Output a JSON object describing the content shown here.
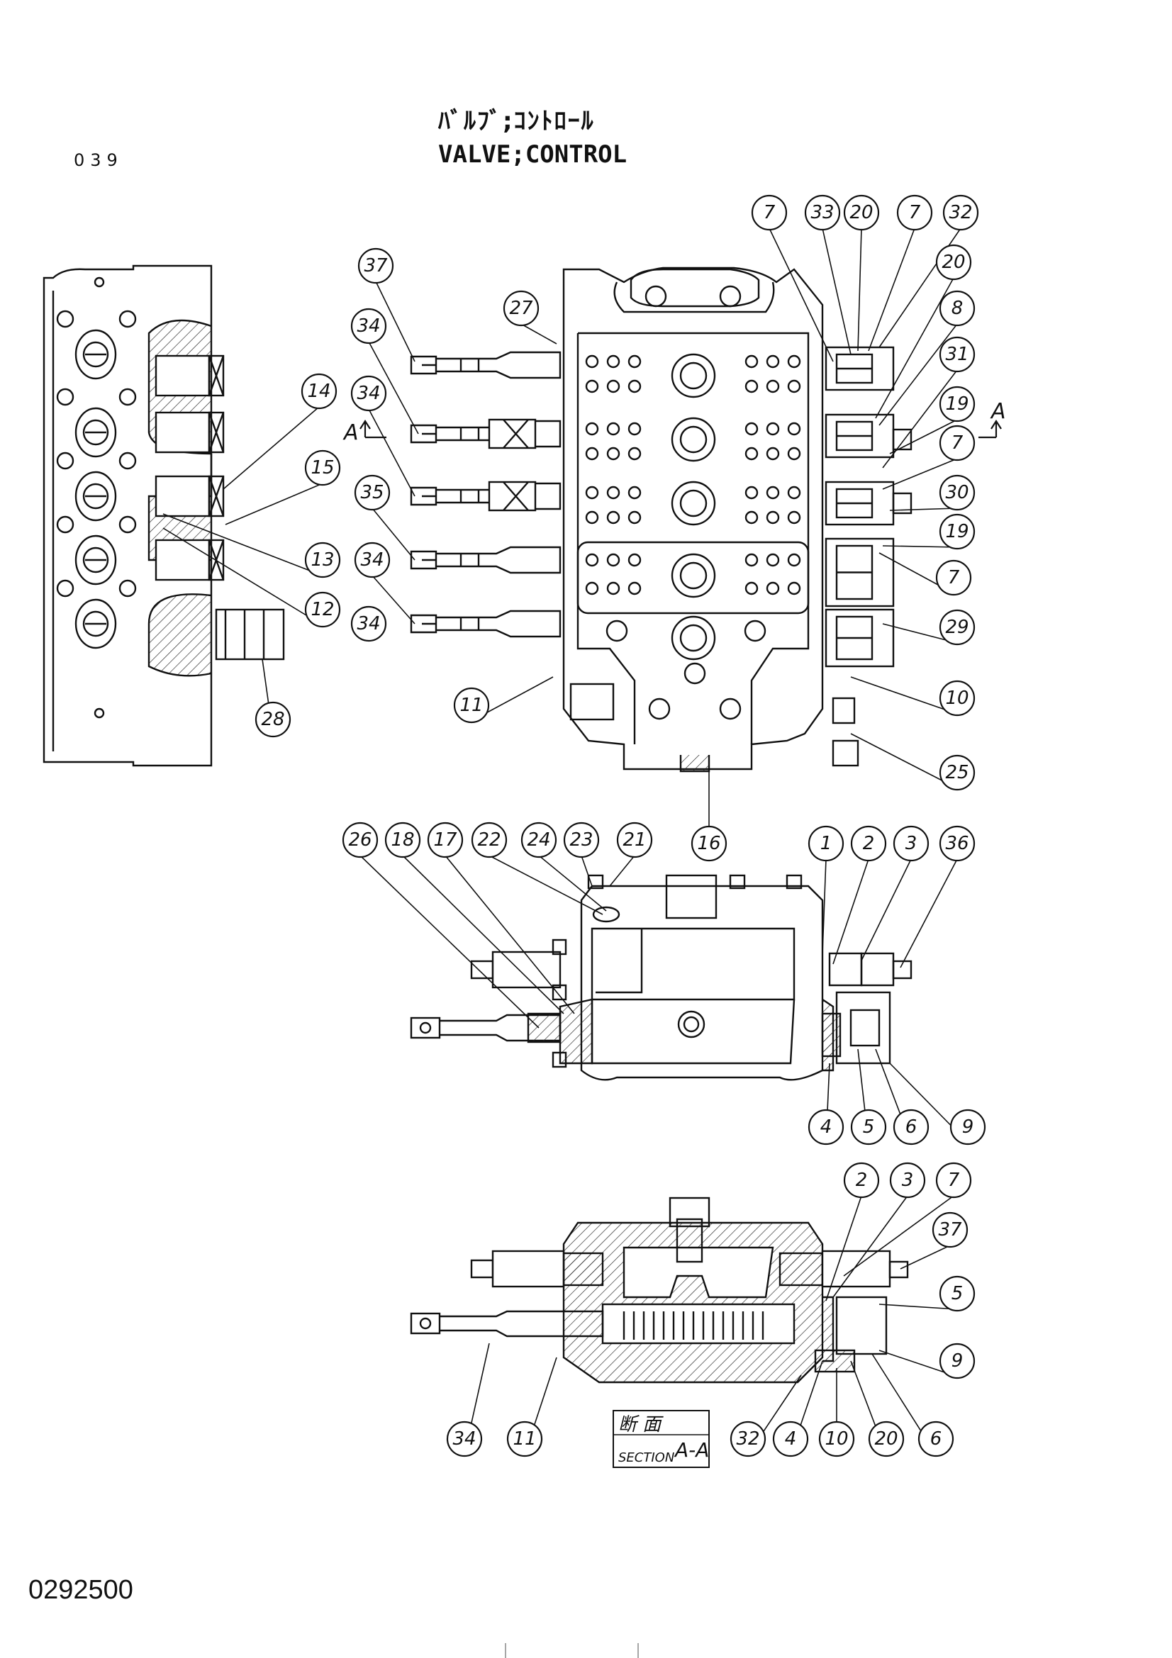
{
  "header": {
    "title_jp": "ﾊﾞﾙﾌﾞ;ｺﾝﾄﾛｰﾙ",
    "title_en": "VALVE;CONTROL",
    "page_number": "039"
  },
  "footer": {
    "drawing_number": "0292500"
  },
  "section_markers": {
    "left_arrow_label": "A",
    "right_arrow_label": "A"
  },
  "section_box": {
    "kanji": "断 面",
    "word": "SECTION",
    "suffix": "A-A"
  },
  "callouts": {
    "top_view": [
      "7",
      "33",
      "20",
      "7",
      "32",
      "20",
      "8",
      "31",
      "19",
      "7",
      "30",
      "19",
      "7",
      "29",
      "10",
      "25",
      "16",
      "11",
      "27",
      "37",
      "34",
      "34",
      "35",
      "34",
      "34"
    ],
    "left_view": [
      "14",
      "15",
      "13",
      "12",
      "28"
    ],
    "side_view": [
      "26",
      "18",
      "17",
      "22",
      "24",
      "23",
      "21",
      "1",
      "2",
      "3",
      "36",
      "4",
      "5",
      "6",
      "9"
    ],
    "section_view": [
      "2",
      "3",
      "7",
      "37",
      "5",
      "9",
      "34",
      "11",
      "32",
      "4",
      "10",
      "20",
      "6"
    ]
  }
}
